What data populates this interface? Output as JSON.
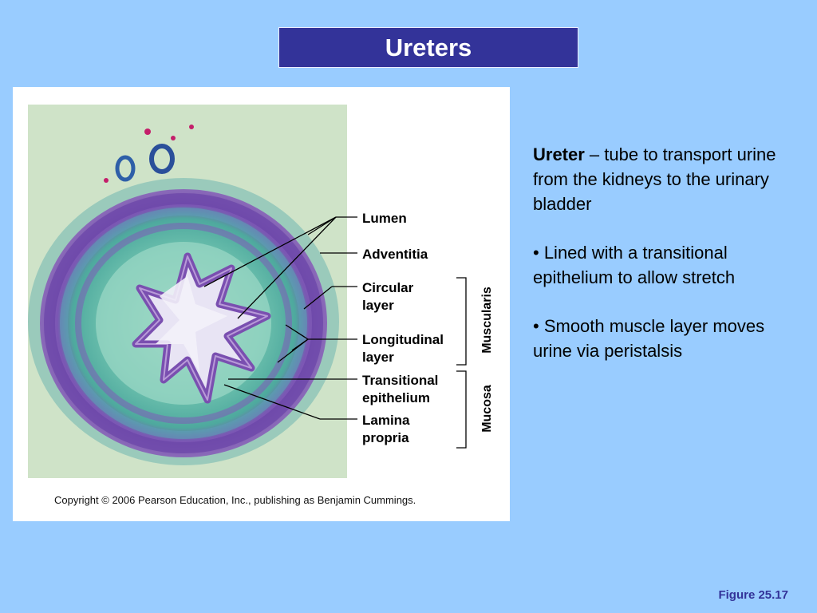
{
  "slide": {
    "title": "Ureters",
    "figure_ref": "Figure 25.17"
  },
  "figure": {
    "copyright": "Copyright © 2006 Pearson Education, Inc., publishing as Benjamin Cummings.",
    "labels": {
      "lumen": "Lumen",
      "adventitia": "Adventitia",
      "circular_1": "Circular",
      "circular_2": "layer",
      "longitudinal_1": "Longitudinal",
      "longitudinal_2": "layer",
      "transitional_1": "Transitional",
      "transitional_2": "epithelium",
      "lamina_1": "Lamina",
      "lamina_2": "propria"
    },
    "groups": {
      "muscularis": "Muscularis",
      "mucosa": "Mucosa"
    }
  },
  "text": {
    "def_term": "Ureter",
    "def_rest": " – tube to transport urine from the kidneys to the urinary bladder",
    "bullet1": "• Lined with a transitional epithelium to allow stretch",
    "bullet2": "• Smooth muscle layer moves urine via peristalsis"
  },
  "colors": {
    "background": "#99ccff",
    "title_bg": "#333399",
    "tissue_purple": "#7a4fb0",
    "tissue_teal": "#4aa8a0"
  }
}
